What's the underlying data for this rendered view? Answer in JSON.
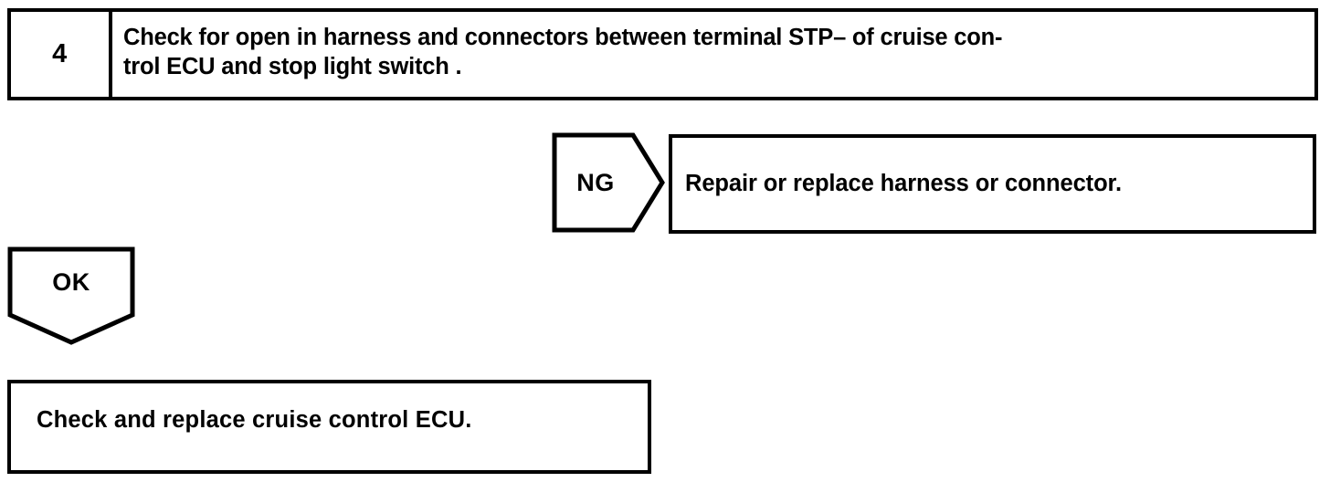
{
  "diagram": {
    "type": "troubleshooting-flowchart",
    "step": {
      "number": "4",
      "instruction": "Check for open in harness and connectors between terminal STP– of cruise con-\ntrol ECU and stop light switch ."
    },
    "branches": [
      {
        "label": "NG",
        "direction": "right",
        "result": "Repair or replace harness or connector."
      },
      {
        "label": "OK",
        "direction": "down",
        "result": "Check and replace cruise control ECU."
      }
    ],
    "ng_label": "NG",
    "ng_result": "Repair or replace harness or connector.",
    "ok_label": "OK",
    "ok_result": "Check and replace cruise control ECU.",
    "colors": {
      "stroke": "#000000",
      "fill": "#ffffff"
    }
  }
}
